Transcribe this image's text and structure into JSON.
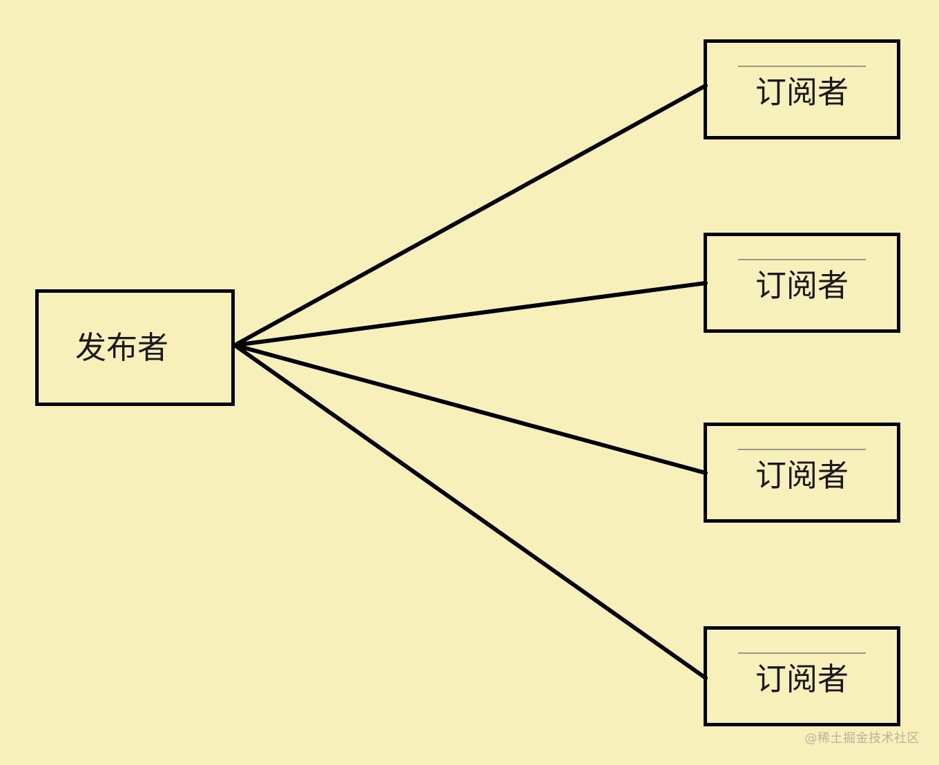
{
  "diagram": {
    "publisher": {
      "label": "发布者"
    },
    "subscribers": [
      {
        "label": "订阅者"
      },
      {
        "label": "订阅者"
      },
      {
        "label": "订阅者"
      },
      {
        "label": "订阅者"
      }
    ],
    "edges": [
      {
        "from": "发布者",
        "to": "订阅者 1"
      },
      {
        "from": "发布者",
        "to": "订阅者 2"
      },
      {
        "from": "发布者",
        "to": "订阅者 3"
      },
      {
        "from": "发布者",
        "to": "订阅者 4"
      }
    ]
  },
  "watermark": {
    "text": "@稀土掘金技术社区"
  },
  "colors": {
    "background": "#f8f0bb",
    "stroke": "#000000"
  }
}
